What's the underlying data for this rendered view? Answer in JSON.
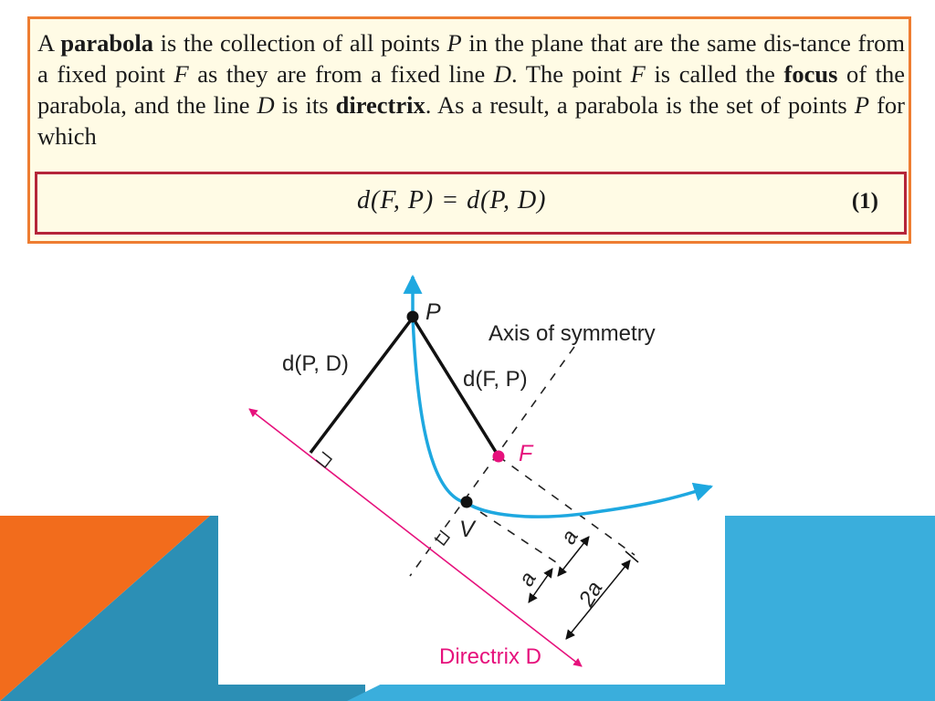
{
  "definition": {
    "w1": "A",
    "term_parabola": "parabola",
    "w2": "is the collection of all points",
    "var_P": "P",
    "w3": "in the plane that are the same dis-tance from a fixed point",
    "var_F": "F",
    "w4": "as they are from a fixed line",
    "var_D": "D",
    "w5": ". The point",
    "var_F2": "F",
    "w6": "is called the",
    "term_focus": "focus",
    "w7": "of the parabola, and the line",
    "var_D2": "D",
    "w8": "is its",
    "term_directrix": "directrix",
    "w9": ". As a result, a parabola is the set of points",
    "var_P2": "P",
    "w10": "for which"
  },
  "equation": {
    "formula": "d(F, P) = d(P, D)",
    "number": "(1)"
  },
  "figure": {
    "label_P": "P",
    "label_axis": "Axis of symmetry",
    "label_dPD": "d(P, D)",
    "label_dFP": "d(F, P)",
    "label_F": "F",
    "label_V": "V",
    "label_a1": "a",
    "label_a2": "a",
    "label_2a": "2a",
    "label_directrix": "Directrix D"
  },
  "colors": {
    "slide_orange": "#f26c1c",
    "slide_blue_dark": "#2c8fb5",
    "slide_blue": "#3aaedc",
    "box_border_orange": "#ee7d31",
    "box_fill": "#fffbe5",
    "equation_border": "#b5253a",
    "parabola_cyan": "#1ea8e0",
    "directrix_magenta": "#e6117c"
  }
}
